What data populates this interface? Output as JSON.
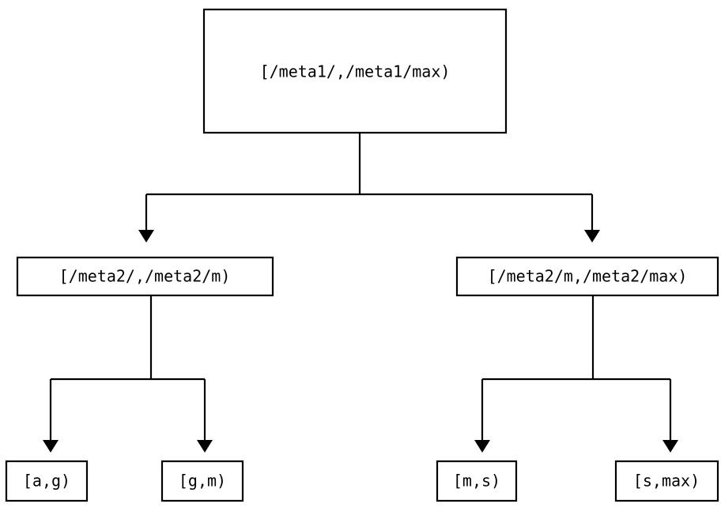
{
  "diagram": {
    "type": "tree",
    "title": "",
    "background_color": "#ffffff",
    "stroke_color": "#000000",
    "text_color": "#000000",
    "nodes": {
      "root": {
        "label": "[/meta1/,/meta1/max)"
      },
      "level2_left": {
        "label": "[/meta2/,/meta2/m)"
      },
      "level2_right": {
        "label": "[/meta2/m,/meta2/max)"
      },
      "leaf_1": {
        "label": "[a,g)"
      },
      "leaf_2": {
        "label": "[g,m)"
      },
      "leaf_3": {
        "label": "[m,s)"
      },
      "leaf_4": {
        "label": "[s,max)"
      }
    }
  }
}
